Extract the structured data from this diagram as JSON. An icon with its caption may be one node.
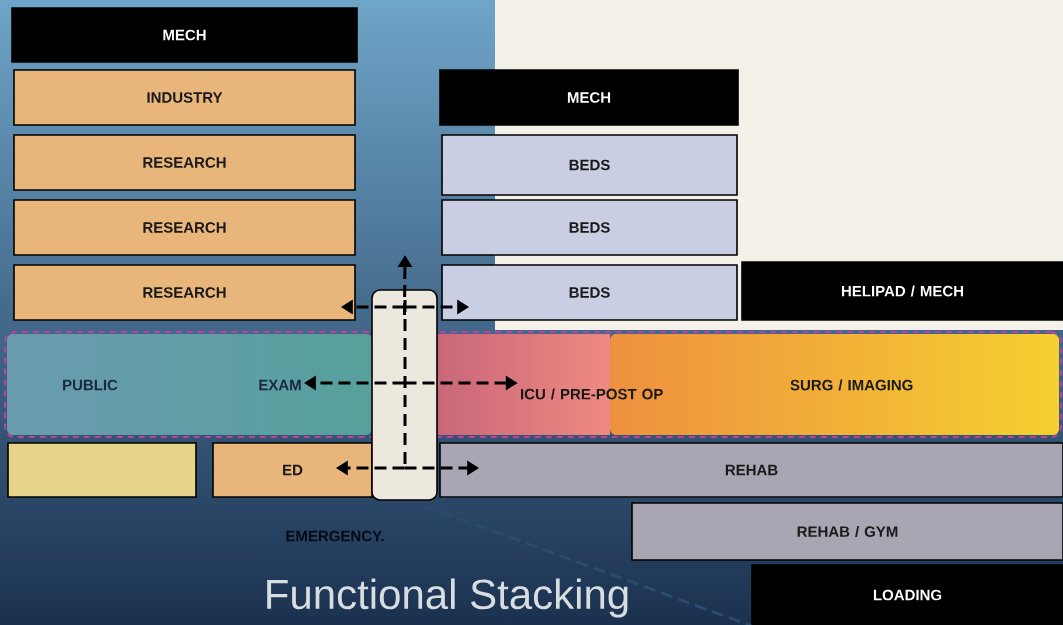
{
  "diagram": {
    "title": "Functional Stacking",
    "nodes": [
      {
        "text": [
          "MECH"
        ]
      },
      {
        "text": [
          "INDUSTRY"
        ]
      },
      {
        "text": [
          "RESEARCH"
        ]
      },
      {
        "text": [
          "RESEARCH"
        ]
      },
      {
        "text": [
          "RESEARCH"
        ]
      },
      {
        "text": [
          "MECH"
        ]
      },
      {
        "text": [
          "BEDS"
        ]
      },
      {
        "text": [
          "BEDS"
        ]
      },
      {
        "text": [
          "BEDS"
        ]
      },
      {
        "text": [
          "HELIPAD / MECH"
        ]
      },
      {
        "text": [],
        "shape": "band"
      },
      {
        "text": [
          "PUBLIC"
        ],
        "in": 10
      },
      {
        "text": [
          "EXAM"
        ],
        "in": 10
      },
      {
        "text": [
          "ICU / PRE-POST OP"
        ],
        "in": 10
      },
      {
        "text": [
          "SURG / IMAGING"
        ],
        "in": 10
      },
      {
        "text": [],
        "shape": "box"
      },
      {
        "text": [
          "ED"
        ]
      },
      {
        "text": [
          "REHAB"
        ]
      },
      {
        "text": [
          "REHAB / GYM"
        ]
      },
      {
        "text": [
          "LOADING"
        ]
      },
      {
        "text": [],
        "shape": "box"
      }
    ],
    "edges": [
      {
        "from": 20,
        "to": null,
        "arrow": "to",
        "style": "dashed"
      },
      {
        "from": 20,
        "to": 4,
        "arrow": "to",
        "style": "dashed"
      },
      {
        "from": 20,
        "to": 8,
        "arrow": "to",
        "style": "dashed"
      },
      {
        "from": 20,
        "to": 12,
        "arrow": "to",
        "style": "dashed"
      },
      {
        "from": 20,
        "to": 13,
        "arrow": "to",
        "style": "dashed"
      },
      {
        "from": 20,
        "to": 16,
        "arrow": "to",
        "style": "dashed"
      },
      {
        "from": 20,
        "to": 17,
        "arrow": "to",
        "style": "dashed"
      },
      {
        "from": 20,
        "to": 19,
        "arrow": "none",
        "style": "dashed",
        "color": "#2a4a6e"
      }
    ],
    "labels": [
      "EMERGENCY."
    ]
  }
}
